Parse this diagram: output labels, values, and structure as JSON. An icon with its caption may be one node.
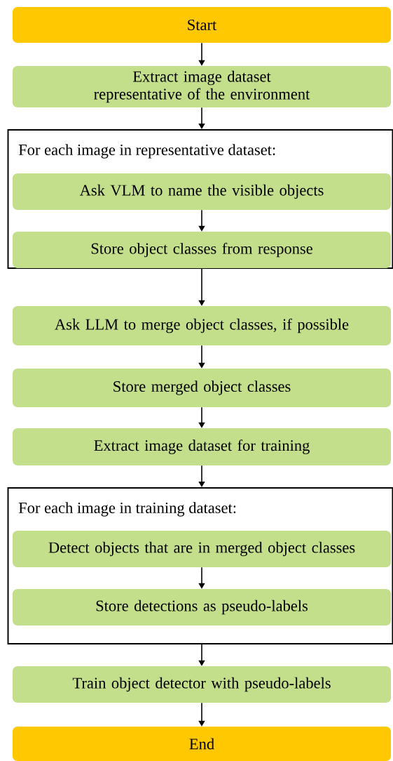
{
  "diagram": {
    "nodes": [
      {
        "text": [
          "Start"
        ]
      },
      {
        "text": [
          "Extract image dataset representative of the environment"
        ]
      },
      {
        "text": [
          "For each image in representative dataset:"
        ]
      },
      {
        "text": [
          "Ask VLM to name the visible objects"
        ],
        "in": 2
      },
      {
        "text": [
          "Store object classes from response"
        ],
        "in": 2
      },
      {
        "text": [
          "Ask LLM to merge object classes, if possible"
        ]
      },
      {
        "text": [
          "Store merged object classes"
        ]
      },
      {
        "text": [
          "Extract image dataset for training"
        ]
      },
      {
        "text": [
          "For each image in training dataset:"
        ]
      },
      {
        "text": [
          "Detect objects that are in merged object classes"
        ],
        "in": 8
      },
      {
        "text": [
          "Store detections as pseudo-labels"
        ],
        "in": 8
      },
      {
        "text": [
          "Train object detector with pseudo-labels"
        ]
      },
      {
        "text": [
          "End"
        ]
      }
    ],
    "edges": [
      {
        "from": 0,
        "to": 1,
        "arrow": "to"
      },
      {
        "from": 1,
        "to": 2,
        "arrow": "to"
      },
      {
        "from": 3,
        "to": 4,
        "arrow": "to"
      },
      {
        "from": 2,
        "to": 5,
        "arrow": "to"
      },
      {
        "from": 5,
        "to": 6,
        "arrow": "to"
      },
      {
        "from": 6,
        "to": 7,
        "arrow": "to"
      },
      {
        "from": 7,
        "to": 8,
        "arrow": "to"
      },
      {
        "from": 9,
        "to": 10,
        "arrow": "to"
      },
      {
        "from": 8,
        "to": 11,
        "arrow": "to"
      },
      {
        "from": 11,
        "to": 12,
        "arrow": "to"
      }
    ]
  }
}
